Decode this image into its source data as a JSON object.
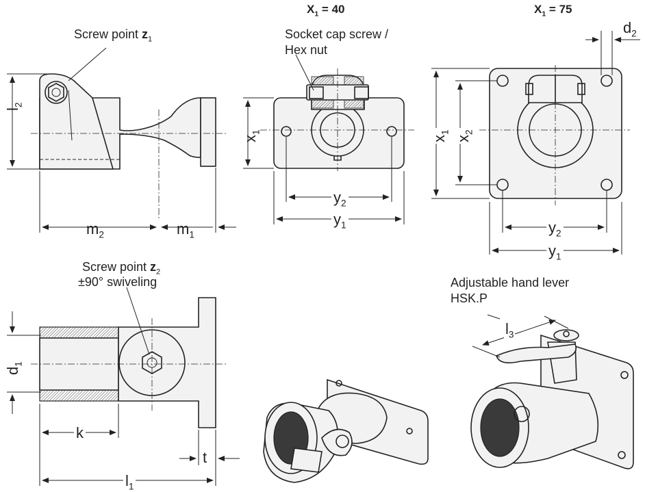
{
  "headers": {
    "x1_40": {
      "main": "X",
      "sub": "1",
      "rest": " = 40"
    },
    "x1_75": {
      "main": "X",
      "sub": "1",
      "rest": " = 75"
    }
  },
  "notes": {
    "screw_point_z1": {
      "text": "Screw point ",
      "bold": "z",
      "sub": "1"
    },
    "socket_cap_line1": "Socket cap screw /",
    "socket_cap_line2": "Hex nut",
    "screw_point_z2": {
      "text": "Screw point ",
      "bold": "z",
      "sub": "2"
    },
    "swiveling": "±90° swiveling",
    "hand_lever_line1": "Adjustable hand lever",
    "hand_lever_line2": "HSK.P"
  },
  "dimensions": {
    "l2": {
      "main": "l",
      "sub": "2"
    },
    "m2": {
      "main": "m",
      "sub": "2"
    },
    "m1": {
      "main": "m",
      "sub": "1"
    },
    "x1_a": {
      "main": "x",
      "sub": "1"
    },
    "y2_a": {
      "main": "y",
      "sub": "2"
    },
    "y1_a": {
      "main": "y",
      "sub": "1"
    },
    "d2": {
      "main": "d",
      "sub": "2"
    },
    "x1_b": {
      "main": "x",
      "sub": "1"
    },
    "x2_b": {
      "main": "x",
      "sub": "2"
    },
    "y2_b": {
      "main": "y",
      "sub": "2"
    },
    "y1_b": {
      "main": "y",
      "sub": "1"
    },
    "d1": {
      "main": "d",
      "sub": "1"
    },
    "k": "k",
    "l1": {
      "main": "l",
      "sub": "1"
    },
    "t": "t",
    "l3": {
      "main": "l",
      "sub": "3"
    }
  }
}
